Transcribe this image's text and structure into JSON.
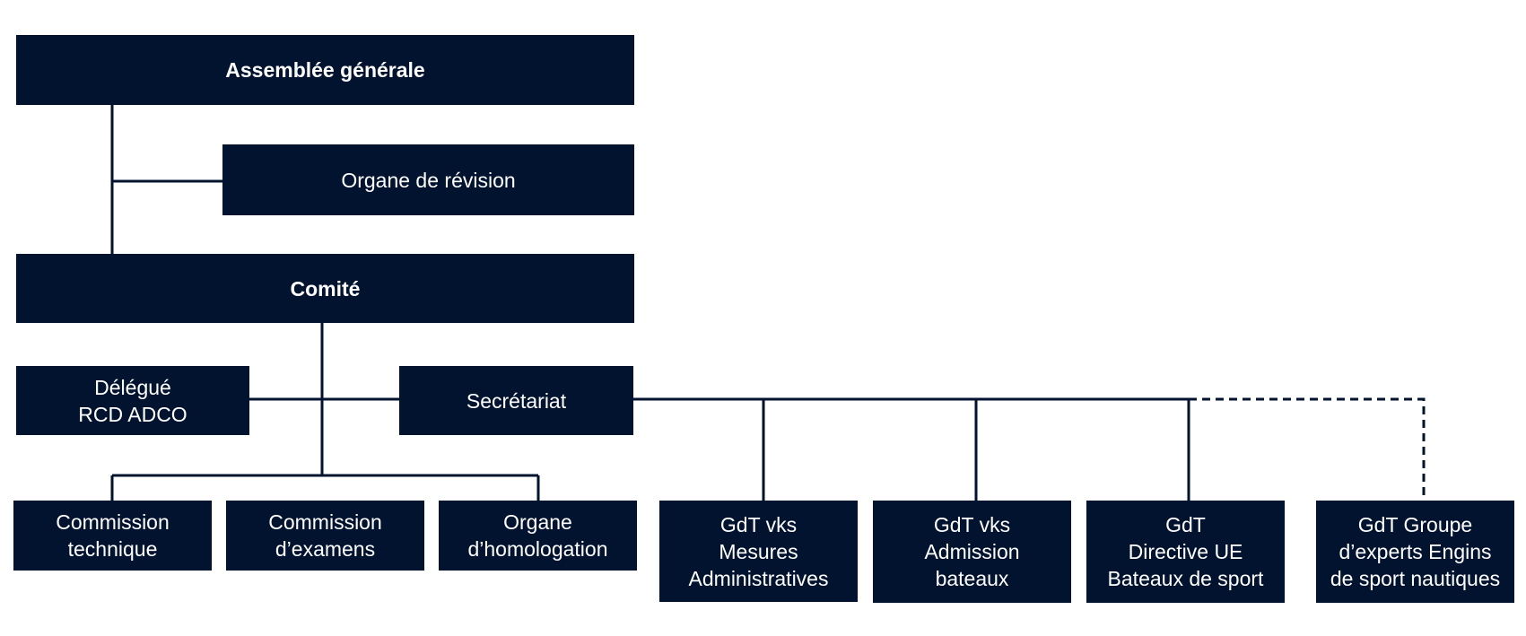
{
  "colors": {
    "box_fill": "#021330",
    "box_text": "#ffffff",
    "connector": "#021330",
    "background": "#ffffff"
  },
  "nodes": {
    "assemblee": "Assemblée générale",
    "revision": "Organe de révision",
    "comite": "Comité",
    "delegue": "Délégué\nRCD ADCO",
    "secretariat": "Secrétariat",
    "commission_technique": "Commission\ntechnique",
    "commission_examens": "Commission\nd’examens",
    "homologation": "Organe\nd’homologation",
    "gdt_mesures": "GdT vks\nMesures\nAdministratives",
    "gdt_admission": "GdT vks\nAdmission\nbateaux",
    "gdt_directive": "GdT\nDirective UE\nBateaux de sport",
    "gdt_experts": "GdT Groupe\nd’experts Engins\nde sport nautiques"
  }
}
